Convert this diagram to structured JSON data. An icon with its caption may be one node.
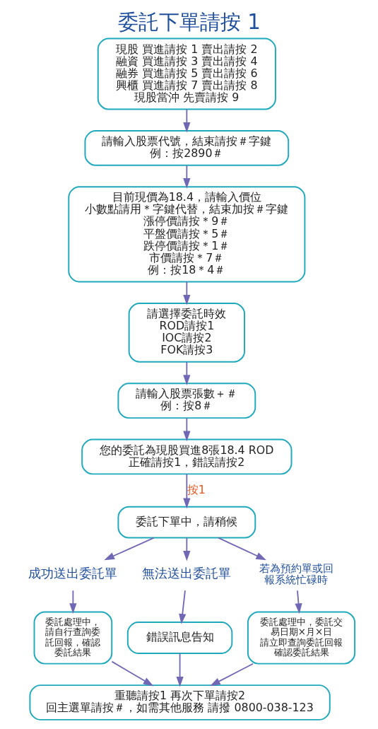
{
  "diagram": {
    "title": "委託下單請按 1",
    "nodes": [
      {
        "text": [
          "現股 買進請按 1 賣出請按 2",
          "融資 買進請按 3 賣出請按 4",
          "融券 買進請按 5 賣出請按 6",
          "興櫃 買進請按 7 賣出請按 8",
          "現股當沖 先賣請按 9"
        ]
      },
      {
        "text": [
          "請輸入股票代號，結束請按＃字鍵",
          "例：按2890＃"
        ]
      },
      {
        "text": [
          "目前現價為18.4，請輸入價位",
          "小數點請用＊字鍵代替，結束加按＃字鍵",
          "漲停價請按＊9＃",
          "平盤價請按＊5＃",
          "跌停價請按＊1＃",
          "市價請按＊7＃",
          "例：按18＊4＃"
        ]
      },
      {
        "text": [
          "請選擇委託時效",
          "ROD請按1",
          "IOC請按2",
          "FOK請按3"
        ]
      },
      {
        "text": [
          "請輸入股票張數＋＃",
          "例：按8＃"
        ]
      },
      {
        "text": [
          "您的委託為現股買進8張18.4 ROD",
          "正確請按1，錯誤請按2"
        ]
      },
      {
        "text": [
          "委託下單中，請稍候"
        ]
      },
      {
        "text": [
          "成功送出委託單"
        ]
      },
      {
        "text": [
          "無法送出委託單"
        ]
      },
      {
        "text": [
          "若為預約單或回報系統忙碌時"
        ]
      },
      {
        "text": [
          "委託處理中，請自行查詢委託回報，確認委託結果"
        ]
      },
      {
        "text": [
          "錯誤訊息告知"
        ]
      },
      {
        "text": [
          "委託處理中，委託交易日期×月×日",
          "請立即查詢委託回報確認委託結果"
        ]
      },
      {
        "text": [
          "重聽請按1 再次下單請按2",
          "回主選單請按＃，如需其他服務 請撥 0800-038-123"
        ]
      }
    ],
    "edges": [
      {
        "from": 0,
        "to": 1,
        "arrow": "to"
      },
      {
        "from": 1,
        "to": 2,
        "arrow": "to"
      },
      {
        "from": 2,
        "to": 3,
        "arrow": "to"
      },
      {
        "from": 3,
        "to": 4,
        "arrow": "to"
      },
      {
        "from": 4,
        "to": 5,
        "arrow": "to"
      },
      {
        "from": 5,
        "to": 6,
        "arrow": "to",
        "label": "按1"
      },
      {
        "from": 6,
        "to": 7,
        "arrow": "to"
      },
      {
        "from": 6,
        "to": 8,
        "arrow": "to"
      },
      {
        "from": 6,
        "to": 9,
        "arrow": "to"
      },
      {
        "from": 7,
        "to": 10,
        "arrow": "to"
      },
      {
        "from": 8,
        "to": 11,
        "arrow": "to"
      },
      {
        "from": 9,
        "to": 12,
        "arrow": "to"
      },
      {
        "from": 11,
        "to": 13,
        "arrow": "to"
      },
      {
        "from": 10,
        "to": 13,
        "arrow": "to"
      },
      {
        "from": 12,
        "to": 13,
        "arrow": "to"
      }
    ]
  }
}
